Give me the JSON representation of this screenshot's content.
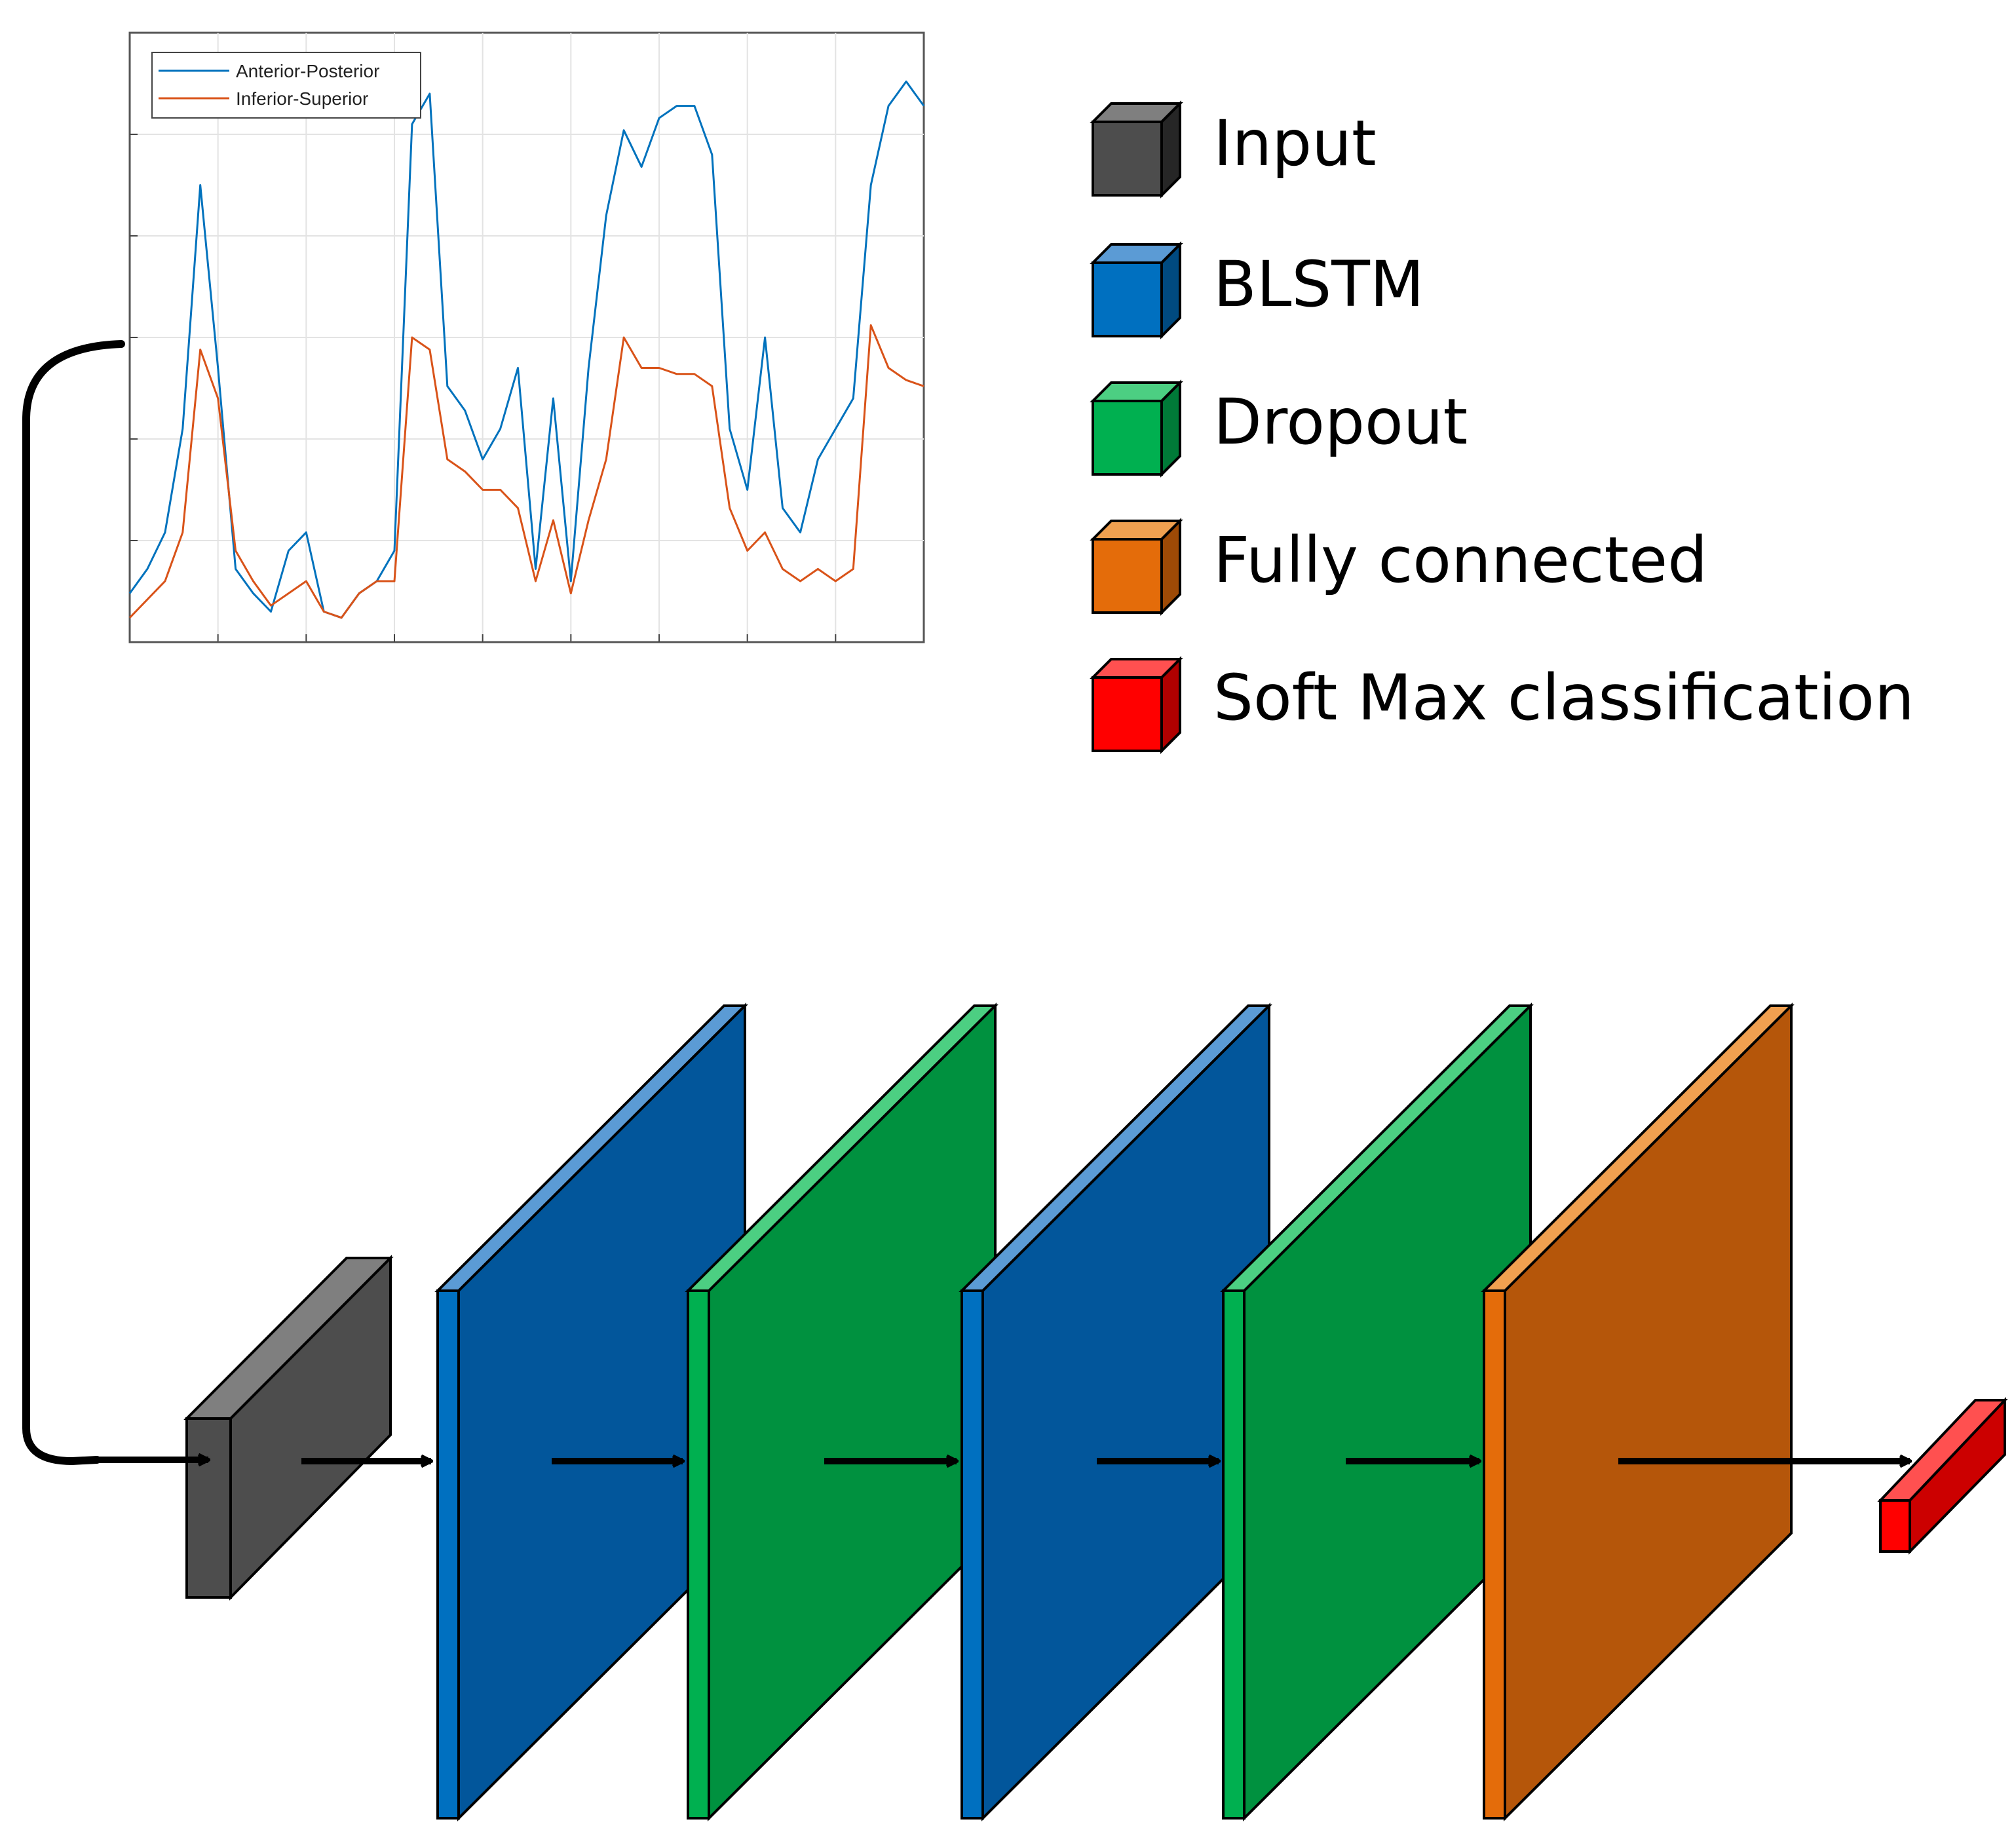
{
  "legend": {
    "items": [
      {
        "key": "input",
        "label": "Input",
        "color": "#4d4d4d"
      },
      {
        "key": "blstm",
        "label": "BLSTM",
        "color": "#0070c0"
      },
      {
        "key": "dropout",
        "label": "Dropout",
        "color": "#00b050"
      },
      {
        "key": "fc",
        "label": "Fully connected",
        "color": "#e46c0a"
      },
      {
        "key": "softmax",
        "label": "Soft Max classification",
        "color": "#ff0000"
      }
    ]
  },
  "network": {
    "layers": [
      "input",
      "blstm",
      "dropout",
      "blstm",
      "dropout",
      "fc",
      "softmax"
    ]
  },
  "chart_data": {
    "type": "line",
    "title": "",
    "xlabel": "",
    "ylabel": "",
    "grid": true,
    "legend_position": "top-left",
    "x": [
      0,
      2,
      4,
      6,
      8,
      10,
      12,
      14,
      16,
      18,
      20,
      22,
      24,
      26,
      28,
      30,
      32,
      34,
      36,
      38,
      40,
      42,
      44,
      46,
      48,
      50,
      52,
      54,
      56,
      58,
      60,
      62,
      64,
      66,
      68,
      70,
      72,
      74,
      76,
      78,
      80,
      82,
      84,
      86,
      88,
      90
    ],
    "xlim": [
      0,
      90
    ],
    "ylim": [
      0,
      1
    ],
    "series": [
      {
        "name": "Anterior-Posterior",
        "color": "#0072bd",
        "values": [
          0.08,
          0.12,
          0.18,
          0.35,
          0.75,
          0.45,
          0.12,
          0.08,
          0.05,
          0.15,
          0.18,
          0.05,
          0.04,
          0.08,
          0.1,
          0.15,
          0.85,
          0.9,
          0.42,
          0.38,
          0.3,
          0.35,
          0.45,
          0.12,
          0.4,
          0.1,
          0.45,
          0.7,
          0.84,
          0.78,
          0.86,
          0.88,
          0.88,
          0.8,
          0.35,
          0.25,
          0.5,
          0.22,
          0.18,
          0.3,
          0.35,
          0.4,
          0.75,
          0.88,
          0.92,
          0.88
        ]
      },
      {
        "name": "Inferior-Superior",
        "color": "#d95319",
        "values": [
          0.04,
          0.07,
          0.1,
          0.18,
          0.48,
          0.4,
          0.15,
          0.1,
          0.06,
          0.08,
          0.1,
          0.05,
          0.04,
          0.08,
          0.1,
          0.1,
          0.5,
          0.48,
          0.3,
          0.28,
          0.25,
          0.25,
          0.22,
          0.1,
          0.2,
          0.08,
          0.2,
          0.3,
          0.5,
          0.45,
          0.45,
          0.44,
          0.44,
          0.42,
          0.22,
          0.15,
          0.18,
          0.12,
          0.1,
          0.12,
          0.1,
          0.12,
          0.52,
          0.45,
          0.43,
          0.42
        ]
      }
    ]
  }
}
